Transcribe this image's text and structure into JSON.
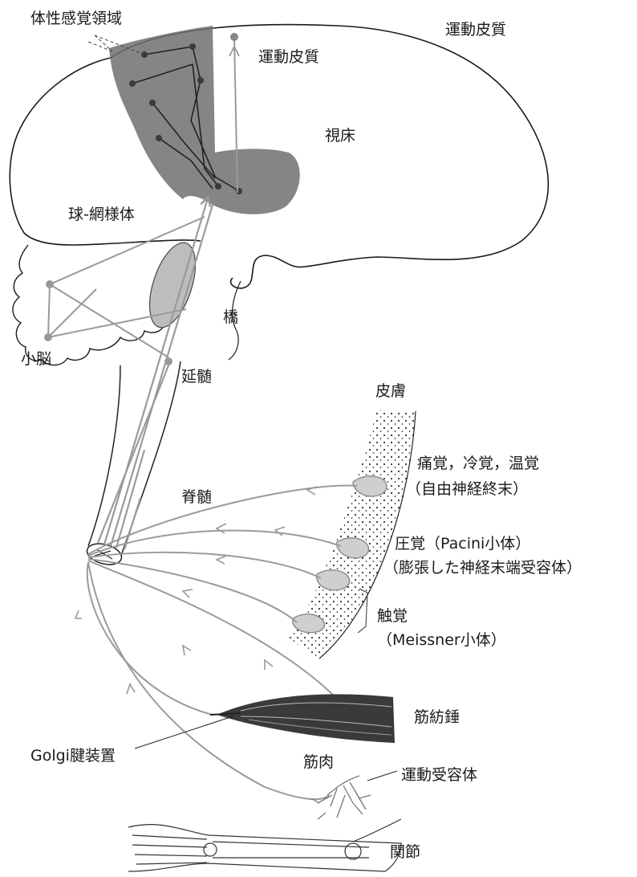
{
  "labels": {
    "somatosensory_area": "体性感覚領域",
    "motor_cortex_top": "運動皮質",
    "motor_cortex_inner": "運動皮質",
    "thalamus": "視床",
    "reticular_formation": "球-網様体",
    "cerebellum": "小脳",
    "pons": "橋",
    "medulla": "延髄",
    "spinal_cord": "脊髄",
    "skin": "皮膚",
    "pain_line1": "痛覚，冷覚，温覚",
    "pain_line2": "（自由神経終末）",
    "pressure_line1": "圧覚（Pacini小体）",
    "pressure_line2": "（膨張した神経末端受容体）",
    "touch_line1": "触覚",
    "touch_line2": "（Meissner小体）",
    "muscle_spindle": "筋紡錘",
    "golgi": "Golgi腱装置",
    "muscle": "筋肉",
    "motor_receptor": "運動受容体",
    "joint": "関節"
  },
  "colors": {
    "outline": "#1a1a1a",
    "pathway": "#9a9a9a",
    "cortex_shade": "#6e6e6e",
    "node": "#888888"
  }
}
